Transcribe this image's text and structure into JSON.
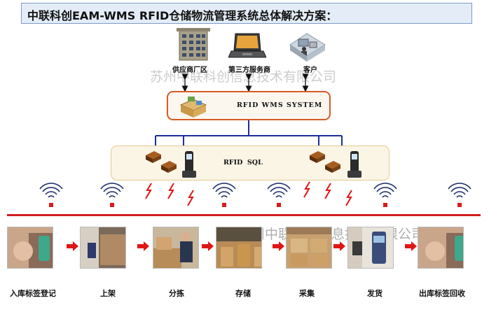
{
  "title": "中联科创EAM-WMS RFID仓储物流管理系统总体解决方案：",
  "watermark_text": "苏州中联科创信息技术有限公司",
  "top_nodes": [
    {
      "label": "供应商厂区",
      "icon": "building-icon"
    },
    {
      "label": "第三方服务商",
      "icon": "laptop-icon"
    },
    {
      "label": "客户",
      "icon": "customer-office-icon"
    }
  ],
  "system_label": "RFID WMS SYSTEM",
  "network_label": "RFID  SQL",
  "process_steps": [
    {
      "label": "入库标签登记"
    },
    {
      "label": "上架"
    },
    {
      "label": "分拣"
    },
    {
      "label": "存储"
    },
    {
      "label": "采集"
    },
    {
      "label": "发货"
    },
    {
      "label": "出库标签回收"
    }
  ],
  "colors": {
    "title_bar_bg": "#e4edf7",
    "system_box_border": "#d95a25",
    "network_line": "#1f2d9c",
    "divider_red": "#d11e1e",
    "arrow_red": "#e01515",
    "signal_navy": "#1a2b6b"
  }
}
